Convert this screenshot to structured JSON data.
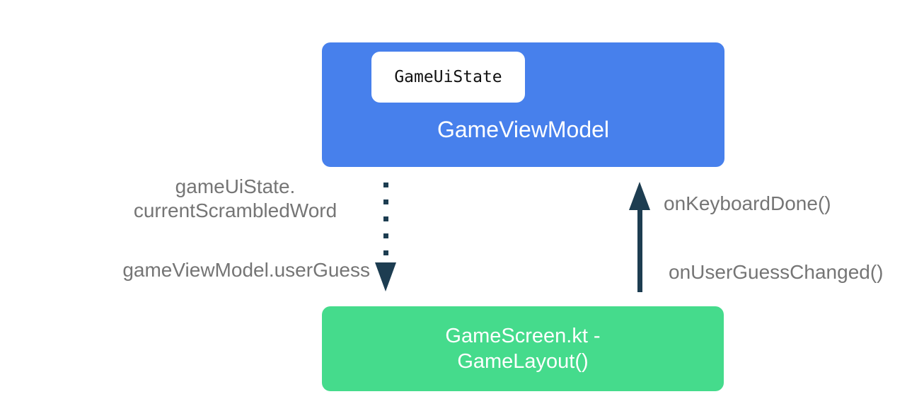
{
  "diagram": {
    "boxes": {
      "viewmodel": {
        "badge": "GameUiState",
        "label": "GameViewModel"
      },
      "screen": {
        "label_line1": "GameScreen.kt -",
        "label_line2": "GameLayout()"
      }
    },
    "edges": {
      "state_flow_down": {
        "style": "dotted-arrow-down",
        "label_line1": "gameUiState.",
        "label_line2": "currentScrambledWord",
        "label_guess": "gameViewModel.userGuess"
      },
      "events_up": {
        "style": "solid-arrow-up",
        "label_done": "onKeyboardDone()",
        "label_changed": "onUserGuessChanged()"
      }
    },
    "colors": {
      "viewmodel_box": "#4780EC",
      "screen_box": "#45DB8C",
      "arrow": "#1D3D51",
      "edge_label_text": "#757575",
      "box_text": "#FFFFFF",
      "badge_bg": "#FFFFFF",
      "badge_text": "#111111"
    }
  }
}
